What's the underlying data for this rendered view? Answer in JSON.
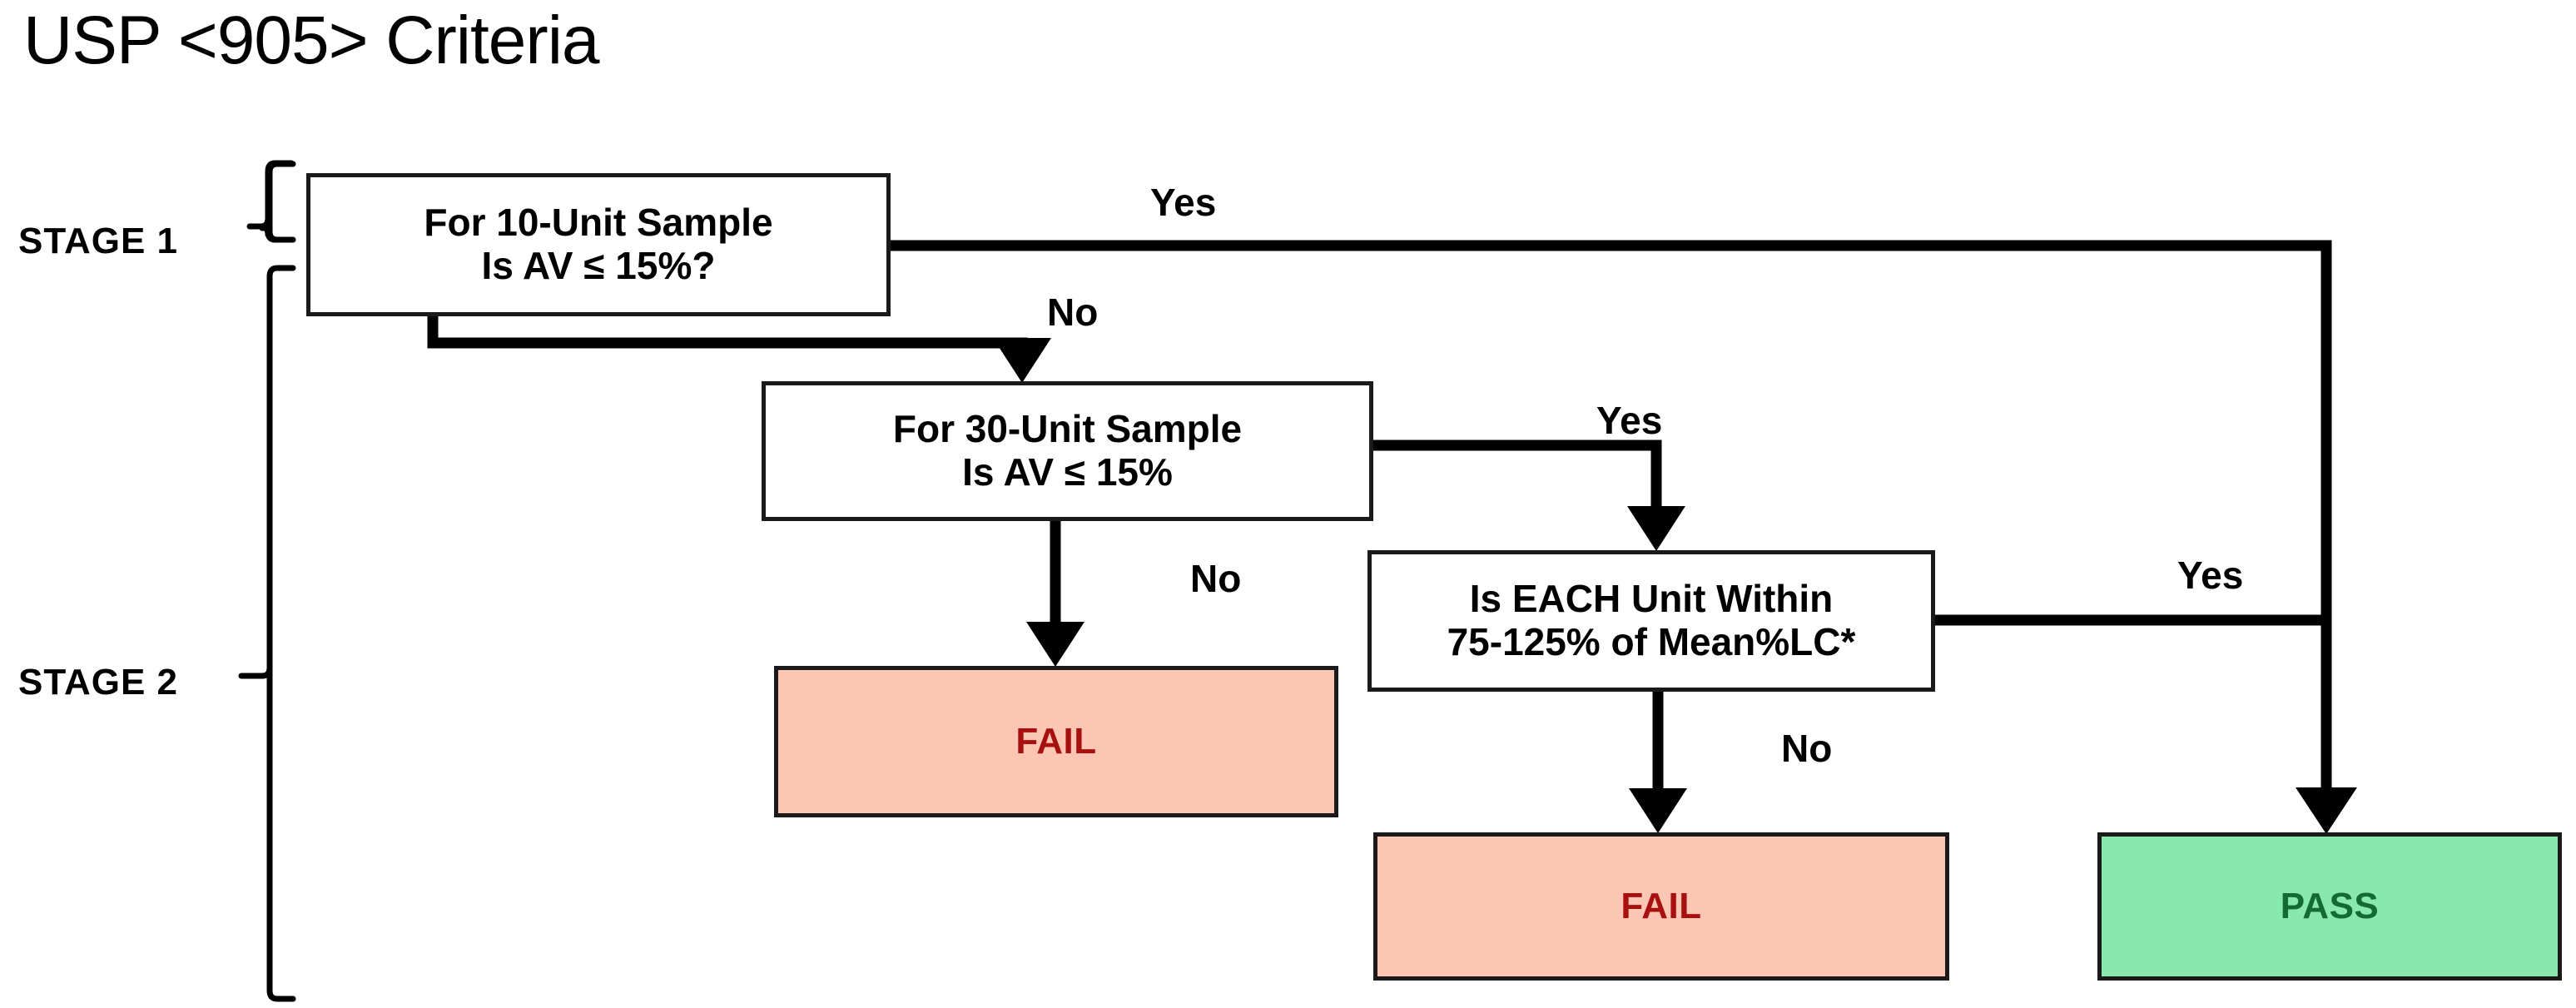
{
  "title": "USP <905> Criteria",
  "stages": [
    {
      "id": "stage-1",
      "label": "STAGE 1"
    },
    {
      "id": "stage-2",
      "label": "STAGE 2"
    }
  ],
  "nodes": {
    "stage1_decision": {
      "name": "for-10-unit-sample-decision",
      "line1": "For 10-Unit Sample",
      "line2": "Is AV ≤ 15%?"
    },
    "stage2_decision": {
      "name": "for-30-unit-sample-decision",
      "line1": "For 30-Unit Sample",
      "line2": "Is AV ≤ 15%"
    },
    "each_unit_decision": {
      "name": "each-unit-within-range-decision",
      "line1": "Is EACH Unit Within",
      "line2": "75-125% of Mean%LC*"
    },
    "fail_1": {
      "name": "fail-outcome-30-unit-av",
      "label": "FAIL"
    },
    "fail_2": {
      "name": "fail-outcome-each-unit",
      "label": "FAIL"
    },
    "pass": {
      "name": "pass-outcome",
      "label": "PASS"
    }
  },
  "edge_labels": {
    "yes_stage1": "Yes",
    "no_stage1": "No",
    "yes_stage2": "Yes",
    "no_stage2": "No",
    "yes_each": "Yes",
    "no_each": "No"
  },
  "colors": {
    "fail_fill": "#fdc5b4",
    "fail_text": "#a81010",
    "pass_fill": "#89e8ac",
    "pass_text": "#136b33",
    "box_border": "#1a1a1a",
    "connector": "#000000",
    "background": "#ffffff"
  },
  "chart_data": {
    "type": "flowchart",
    "title": "USP <905> Criteria",
    "nodes": [
      {
        "id": "d1",
        "text": "For 10-Unit Sample Is AV ≤ 15%?",
        "kind": "decision",
        "stage": "STAGE 1"
      },
      {
        "id": "d2",
        "text": "For 30-Unit Sample Is AV ≤ 15%",
        "kind": "decision",
        "stage": "STAGE 2"
      },
      {
        "id": "d3",
        "text": "Is EACH Unit Within 75-125% of Mean%LC*",
        "kind": "decision",
        "stage": "STAGE 2"
      },
      {
        "id": "f1",
        "text": "FAIL",
        "kind": "terminal-fail",
        "stage": "STAGE 2"
      },
      {
        "id": "f2",
        "text": "FAIL",
        "kind": "terminal-fail",
        "stage": "STAGE 2"
      },
      {
        "id": "p1",
        "text": "PASS",
        "kind": "terminal-pass",
        "stage": "STAGE 2"
      }
    ],
    "edges": [
      {
        "from": "d1",
        "to": "p1",
        "label": "Yes"
      },
      {
        "from": "d1",
        "to": "d2",
        "label": "No"
      },
      {
        "from": "d2",
        "to": "d3",
        "label": "Yes"
      },
      {
        "from": "d2",
        "to": "f1",
        "label": "No"
      },
      {
        "from": "d3",
        "to": "p1",
        "label": "Yes"
      },
      {
        "from": "d3",
        "to": "f2",
        "label": "No"
      }
    ]
  }
}
